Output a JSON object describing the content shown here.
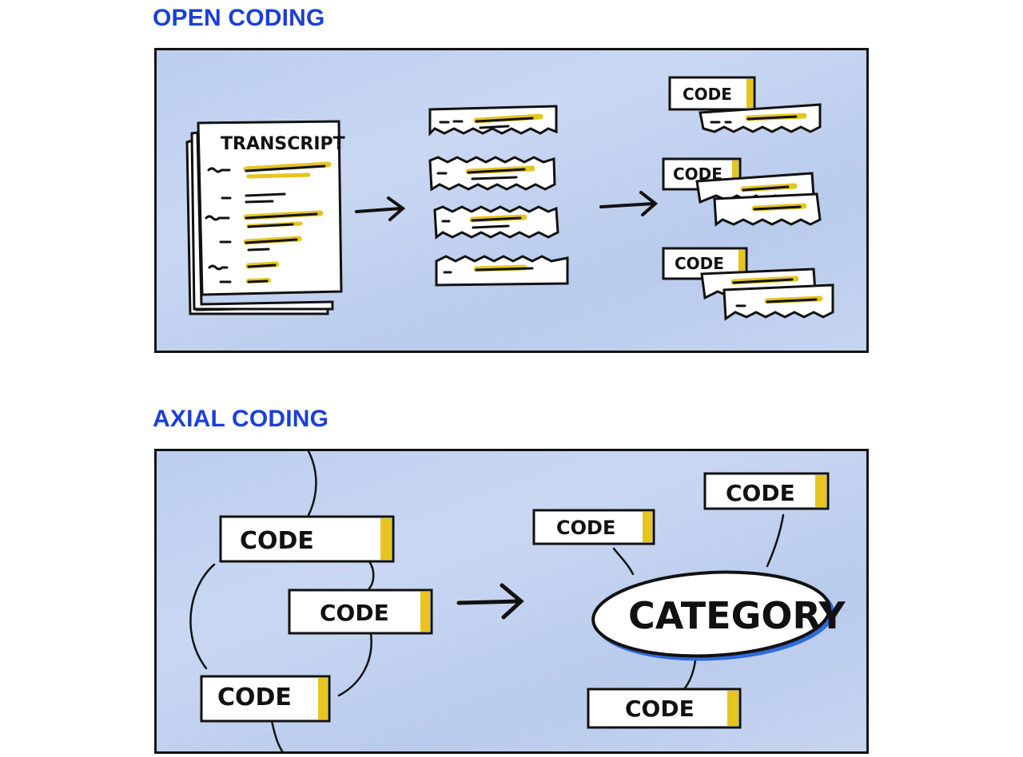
{
  "sections": {
    "open": {
      "title": "OPEN CODING"
    },
    "axial": {
      "title": "AXIAL CODING"
    }
  },
  "open_panel": {
    "document_label": "TRANSCRIPT",
    "code_label": "CODE"
  },
  "axial_panel": {
    "code_label": "CODE",
    "category_label": "CATEGORY"
  },
  "colors": {
    "title": "#1b3fd8",
    "panel_bg": "#c2d2f0",
    "highlight": "#e6c51f",
    "ink": "#111111",
    "category_accent": "#2f6ad8"
  }
}
